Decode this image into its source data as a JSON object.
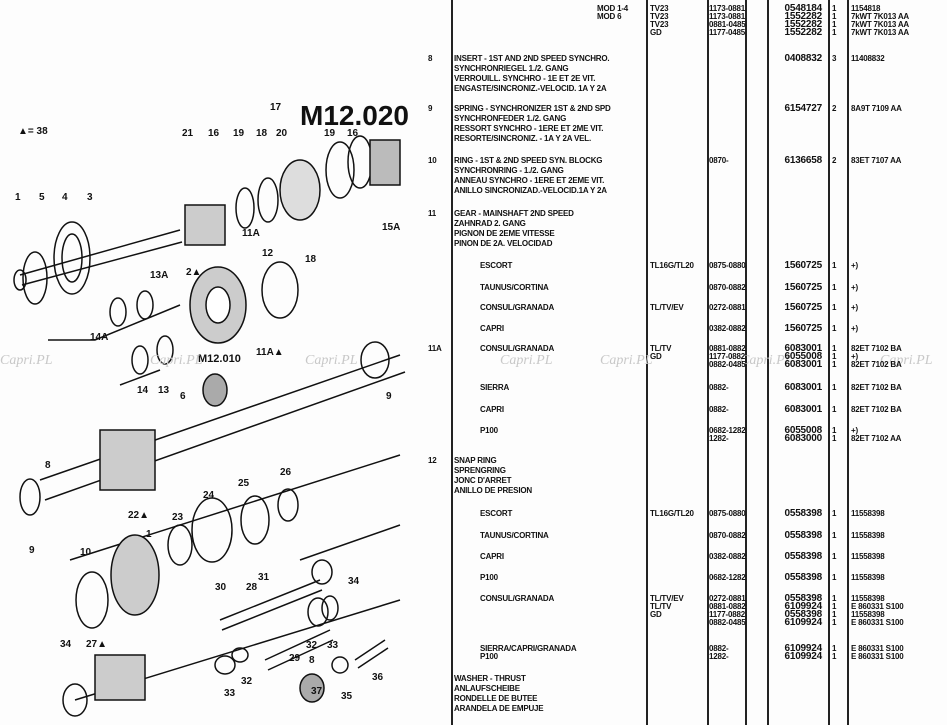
{
  "diagram": {
    "title": "M12.020",
    "legend": "▲= 38",
    "sub_ref": "M12.010",
    "labels": [
      "17",
      "21",
      "16",
      "19",
      "18",
      "20",
      "19",
      "16",
      "15A",
      "1",
      "5",
      "4",
      "3",
      "2▲",
      "11A",
      "12",
      "18",
      "13A",
      "14A",
      "11A▲",
      "14",
      "13",
      "6",
      "9",
      "8",
      "9",
      "22▲",
      "23",
      "24",
      "25",
      "26",
      "10",
      "1",
      "30",
      "28",
      "31",
      "34",
      "34",
      "27▲",
      "33",
      "32",
      "29",
      "32",
      "33",
      "8",
      "37",
      "35",
      "36"
    ]
  },
  "watermark": "Capri.PL",
  "rows": [
    {
      "model": "MOD 1-4",
      "trans": "TV23",
      "date": "1173-0881",
      "part": "0548184",
      "qty": "1",
      "ford": "1154818"
    },
    {
      "model": "MOD 6",
      "trans": "TV23",
      "date": "1173-0881",
      "part": "1552282",
      "qty": "1",
      "ford": "7kWT 7K013 AA"
    },
    {
      "trans": "TV23",
      "date": "0881-0485",
      "part": "1552282",
      "qty": "1",
      "ford": "7kWT 7K013 AA"
    },
    {
      "trans": "GD",
      "date": "1177-0485",
      "part": "1552282",
      "qty": "1",
      "ford": "7kWT 7K013 AA"
    }
  ],
  "items": [
    {
      "num": "8",
      "desc": [
        "INSERT - 1ST AND 2ND SPEED SYNCHRO.",
        "SYNCHRONRIEGEL 1./2. GANG",
        "VERROUILL. SYNCHRO - 1E ET 2E VIT.",
        "ENGASTE/SINCRONIZ.-VELOCID. 1A Y 2A"
      ],
      "part": "0408832",
      "qty": "3",
      "ford": "11408832"
    },
    {
      "num": "9",
      "desc": [
        "SPRING - SYNCHRONIZER 1ST & 2ND SPD",
        "SYNCHRONFEDER 1./2. GANG",
        "RESSORT SYNCHRO - 1ERE ET 2ME VIT.",
        "RESORTE/SINCRONIZ. - 1A Y 2A VEL."
      ],
      "part": "6154727",
      "qty": "2",
      "ford": "8A9T 7109 AA"
    },
    {
      "num": "10",
      "desc": [
        "RING - 1ST & 2ND SPEED SYN. BLOCKG",
        "SYNCHRONRING - 1./2. GANG",
        "ANNEAU SYNCHRO - 1ERE ET 2EME VIT.",
        "ANILLO SINCRONIZAD.-VELOCID.1A Y 2A"
      ],
      "date": "0870-",
      "part": "6136658",
      "qty": "2",
      "ford": "83ET 7107 AA"
    },
    {
      "num": "11",
      "desc": [
        "GEAR - MAINSHAFT 2ND SPEED",
        "ZAHNRAD 2. GANG",
        "PIGNON DE 2EME VITESSE",
        "PINON DE 2A. VELOCIDAD"
      ]
    },
    {
      "num": "12",
      "desc": [
        "SNAP RING",
        "SPRENGRING",
        "JONC D'ARRET",
        "ANILLO DE PRESION"
      ]
    },
    {
      "num": "",
      "desc": [
        "WASHER - THRUST",
        "ANLAUFSCHEIBE",
        "RONDELLE DE BUTEE",
        "ARANDELA DE EMPUJE"
      ]
    }
  ],
  "item11_rows": [
    {
      "vehicle": "ESCORT",
      "trans": "TL16G/TL20",
      "date": "0875-0880",
      "part": "1560725",
      "qty": "1",
      "ford": "+)"
    },
    {
      "vehicle": "TAUNUS/CORTINA",
      "date": "0870-0882",
      "part": "1560725",
      "qty": "1",
      "ford": "+)"
    },
    {
      "vehicle": "CONSUL/GRANADA",
      "trans": "TL/TV/EV",
      "date": "0272-0881",
      "part": "1560725",
      "qty": "1",
      "ford": "+)"
    },
    {
      "vehicle": "CAPRI",
      "date": "0382-0882",
      "part": "1560725",
      "qty": "1",
      "ford": "+)"
    },
    {
      "num": "11A",
      "vehicle": "CONSUL/GRANADA",
      "trans": "TL/TV",
      "date": "0881-0882",
      "part": "6083001",
      "qty": "1",
      "ford": "82ET 7102 BA"
    },
    {
      "trans": "GD",
      "date": "1177-0882",
      "part": "6055008",
      "qty": "1",
      "ford": "+)"
    },
    {
      "date": "0882-0485",
      "part": "6083001",
      "qty": "1",
      "ford": "82ET 7102 BA"
    },
    {
      "vehicle": "SIERRA",
      "date": "0882-",
      "part": "6083001",
      "qty": "1",
      "ford": "82ET 7102 BA"
    },
    {
      "vehicle": "CAPRI",
      "date": "0882-",
      "part": "6083001",
      "qty": "1",
      "ford": "82ET 7102 BA"
    },
    {
      "vehicle": "P100",
      "date": "0682-1282",
      "part": "6055008",
      "qty": "1",
      "ford": "+)"
    },
    {
      "date": "1282-",
      "part": "6083000",
      "qty": "1",
      "ford": "82ET 7102 AA"
    }
  ],
  "item12_rows": [
    {
      "vehicle": "ESCORT",
      "trans": "TL16G/TL20",
      "date": "0875-0880",
      "part": "0558398",
      "qty": "1",
      "ford": "11558398"
    },
    {
      "vehicle": "TAUNUS/CORTINA",
      "date": "0870-0882",
      "part": "0558398",
      "qty": "1",
      "ford": "11558398"
    },
    {
      "vehicle": "CAPRI",
      "date": "0382-0882",
      "part": "0558398",
      "qty": "1",
      "ford": "11558398"
    },
    {
      "vehicle": "P100",
      "date": "0682-1282",
      "part": "0558398",
      "qty": "1",
      "ford": "11558398"
    },
    {
      "vehicle": "CONSUL/GRANADA",
      "trans": "TL/TV/EV",
      "date": "0272-0881",
      "part": "0558398",
      "qty": "1",
      "ford": "11558398"
    },
    {
      "trans": "TL/TV",
      "date": "0881-0882",
      "part": "6109924",
      "qty": "1",
      "ford": "E 860331 S100"
    },
    {
      "trans": "GD",
      "date": "1177-0882",
      "part": "0558398",
      "qty": "1",
      "ford": "11558398"
    },
    {
      "date": "0882-0485",
      "part": "6109924",
      "qty": "1",
      "ford": "E 860331 S100"
    },
    {
      "vehicle": "SIERRA/CAPRI/GRANADA",
      "date": "0882-",
      "part": "6109924",
      "qty": "1",
      "ford": "E 860331 S100"
    },
    {
      "vehicle": "P100",
      "date": "1282-",
      "part": "6109924",
      "qty": "1",
      "ford": "E 860331 S100"
    }
  ]
}
